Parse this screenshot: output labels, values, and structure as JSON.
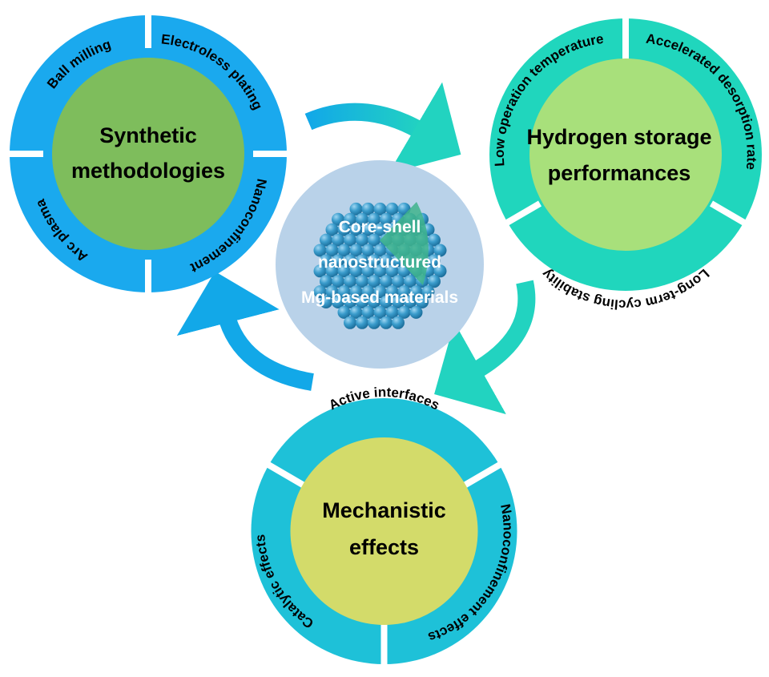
{
  "colors": {
    "blue_ring": "#1aa9ee",
    "teal_ring": "#20d6bd",
    "cyan_ring": "#1ec1d8",
    "synthetic_hub": "#7ebd5c",
    "hydrogen_hub": "#a8e07b",
    "mechanistic_hub": "#d3db6a",
    "core_backdrop": "#b9d2e9",
    "sphere": "#3a9ccc",
    "sphere_core": "#3fb48c",
    "arrow_blue": "#12a8e8",
    "arrow_teal": "#22d3c0"
  },
  "synthetic": {
    "title_line1": "Synthetic",
    "title_line2": "methodologies",
    "segments": [
      "Ball milling",
      "Electroless plating",
      "Nanoconfinement",
      "Arc plasma"
    ]
  },
  "hydrogen": {
    "title_line1": "Hydrogen storage",
    "title_line2": "performances",
    "segments": [
      "Low operation temperature",
      "Accelerated desorption rate",
      "Long-term cycling stability"
    ]
  },
  "mechanistic": {
    "title_line1": "Mechanistic",
    "title_line2": "effects",
    "segments": [
      "Active interfaces",
      "Nanoconfinement effects",
      "Catalytic effects"
    ]
  },
  "core": {
    "line1": "Core-shell",
    "line2": "nanostructured",
    "line3": "Mg-based materials"
  }
}
